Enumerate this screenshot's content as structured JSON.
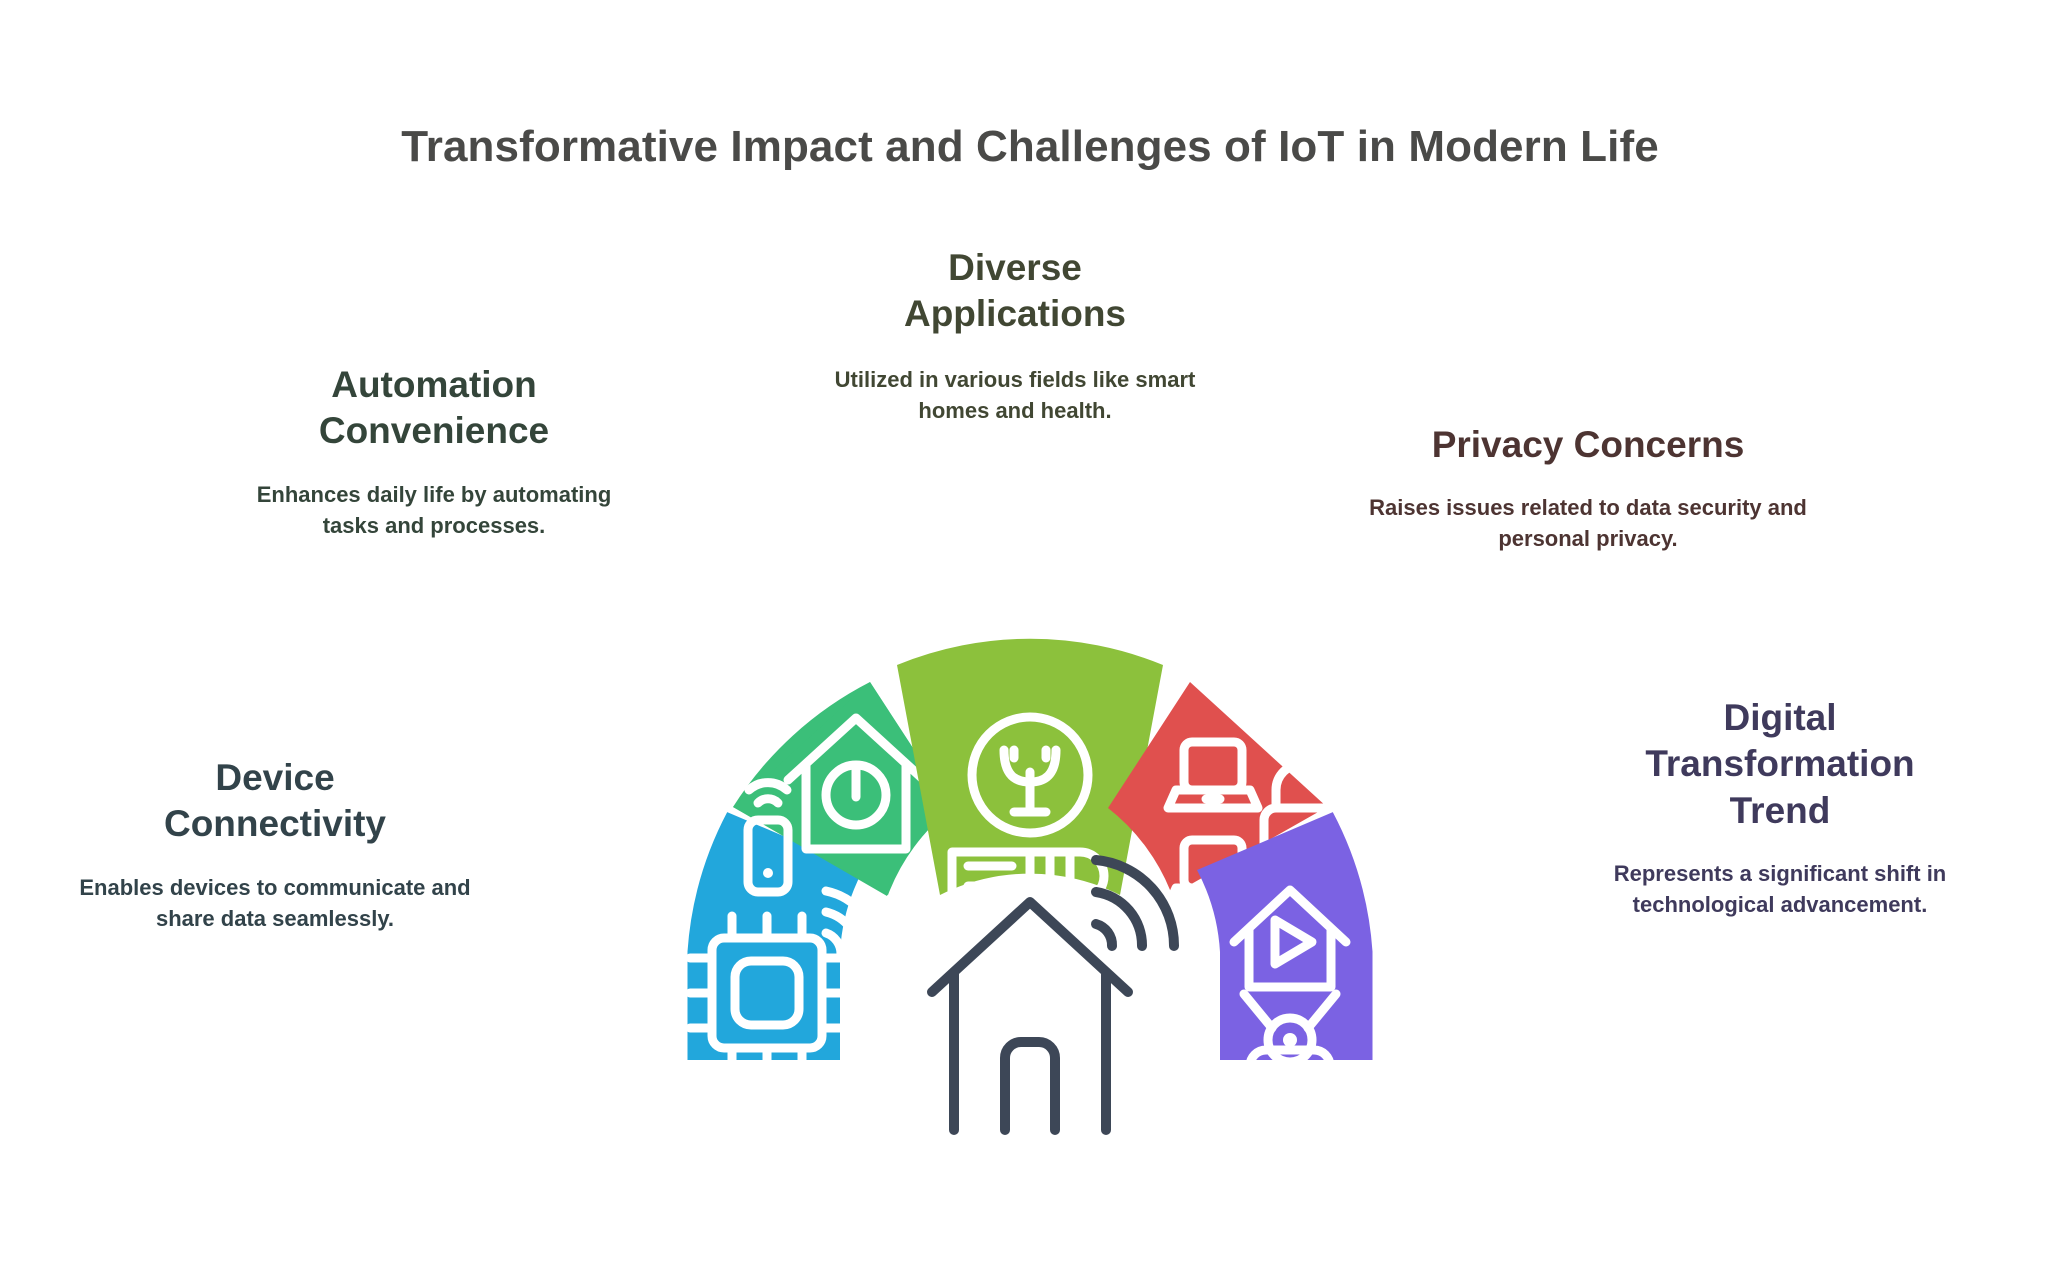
{
  "page": {
    "title": "Transformative Impact and Challenges of IoT in Modern Life",
    "background_color": "#ffffff",
    "title_color": "#4a4a48"
  },
  "center": {
    "icon": "smart-home-wifi-icon",
    "color": "#3d4757"
  },
  "segments": [
    {
      "key": "device_connectivity",
      "heading": "Device\nConnectivity",
      "heading_line1": "Device",
      "heading_line2": "Connectivity",
      "description": "Enables devices to communicate and share data seamlessly.",
      "color": "#22A7DC",
      "text_color": "#32434a",
      "icon": "microchip-wifi-icon",
      "position": "left"
    },
    {
      "key": "automation_convenience",
      "heading": "Automation\nConvenience",
      "heading_line1": "Automation",
      "heading_line2": "Convenience",
      "description": "Enhances daily life by automating tasks and processes.",
      "color": "#3BBF79",
      "text_color": "#34453a",
      "icon": "smart-home-power-remote-icon",
      "position": "upper-left"
    },
    {
      "key": "diverse_applications",
      "heading": "Diverse\nApplications",
      "heading_line1": "Diverse",
      "heading_line2": "Applications",
      "description": "Utilized in various fields like smart homes and health.",
      "color": "#8CC13C",
      "text_color": "#414733",
      "icon": "sensor-barcode-icon",
      "position": "top"
    },
    {
      "key": "privacy_concerns",
      "heading": "Privacy Concerns",
      "heading_line1": "Privacy Concerns",
      "heading_line2": "",
      "description": "Raises issues related to data security and personal privacy.",
      "color": "#E0504E",
      "text_color": "#4d3432",
      "icon": "laptops-secure-lock-icon",
      "position": "upper-right"
    },
    {
      "key": "digital_transformation_trend",
      "heading": "Digital\nTransformation\nTrend",
      "heading_line1": "Digital",
      "heading_line2": "Transformation",
      "heading_line3": "Trend",
      "description": "Represents a significant shift in technological advancement.",
      "color": "#7B62E3",
      "text_color": "#3f3a5c",
      "icon": "smart-home-media-projector-icon",
      "position": "right"
    }
  ]
}
